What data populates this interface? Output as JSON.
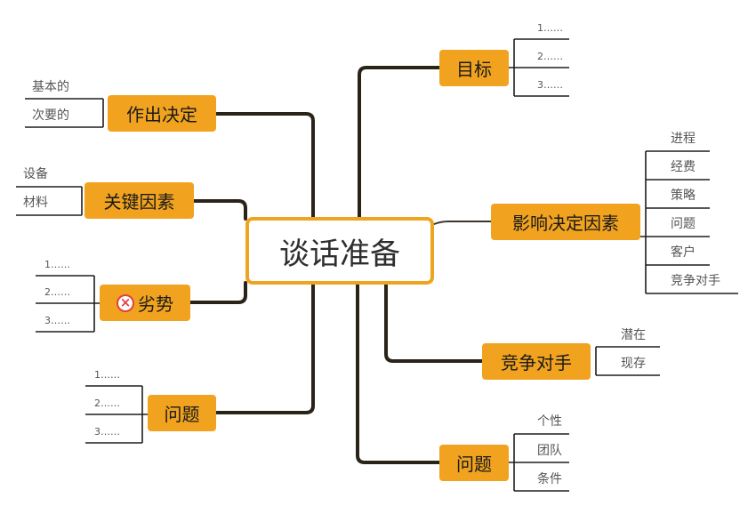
{
  "center": {
    "label": "谈话准备"
  },
  "right": {
    "goal": {
      "label": "目标",
      "items": [
        "1……",
        "2……",
        "3……"
      ]
    },
    "factors": {
      "label": "影响决定因素",
      "items": [
        "进程",
        "经费",
        "策略",
        "问题",
        "客户",
        "竞争对手"
      ]
    },
    "competitors": {
      "label": "竞争对手",
      "items": [
        "潜在",
        "现存"
      ]
    },
    "problems": {
      "label": "问题",
      "items": [
        "个性",
        "团队",
        "条件"
      ]
    }
  },
  "left": {
    "decision": {
      "label": "作出决定",
      "items": [
        "基本的",
        "次要的"
      ]
    },
    "key_factors": {
      "label": "关键因素",
      "items": [
        "设备",
        "材料"
      ]
    },
    "weakness": {
      "label": "劣势",
      "icon": "error-circle-icon",
      "items": [
        "1……",
        "2……",
        "3……"
      ]
    },
    "problems": {
      "label": "问题",
      "items": [
        "1……",
        "2……",
        "3……"
      ]
    }
  },
  "colors": {
    "topic_fill": "#f1a31f",
    "center_border": "#efa41f",
    "connector": "#2a2418",
    "leaf_line": "#1e1e1e"
  }
}
